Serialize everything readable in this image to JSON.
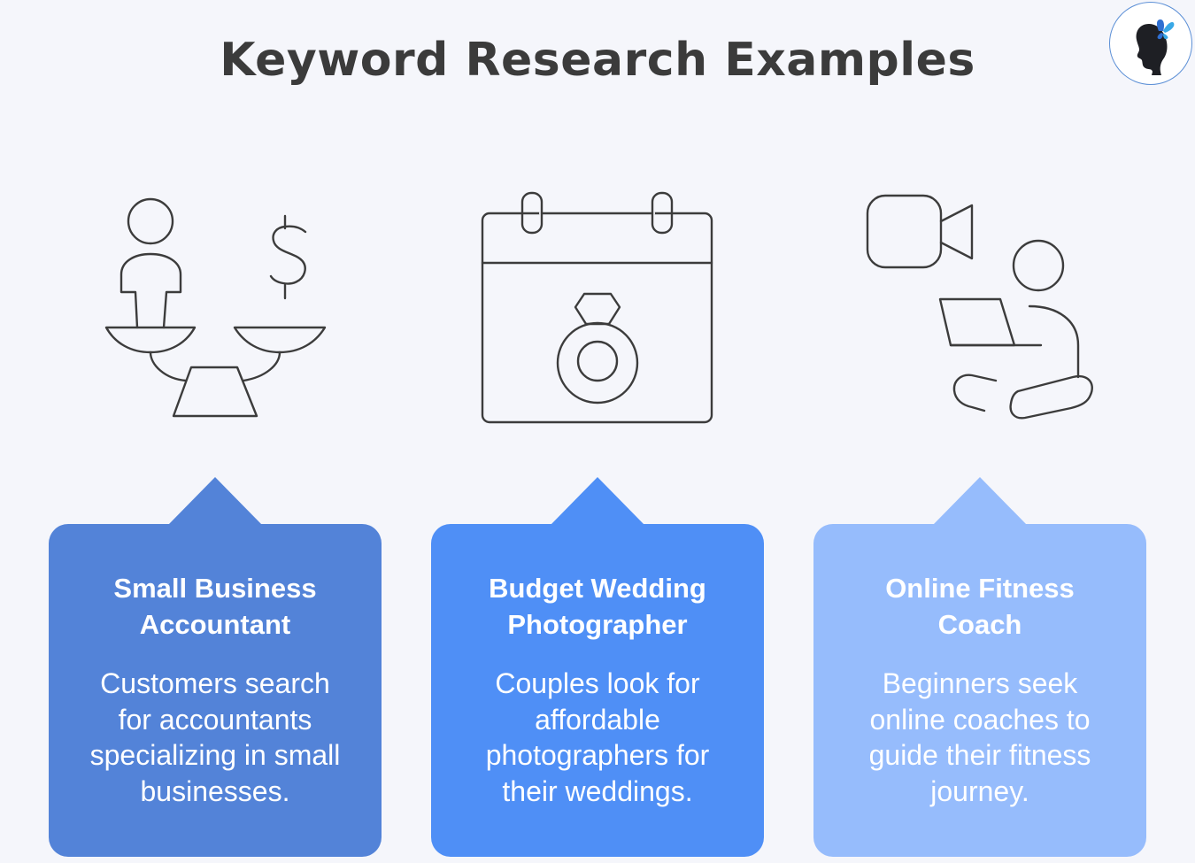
{
  "header": {
    "title": "Keyword Research Examples"
  },
  "logo": {
    "icon": "butterfly-silhouette-logo"
  },
  "colors": {
    "background": "#f5f6fb",
    "title": "#3b3b3b",
    "icon_stroke": "#3c3c3c",
    "card_1": "#5383d8",
    "card_2": "#4f8ff6",
    "card_3": "#96bcfc",
    "card_text": "#ffffff"
  },
  "cards": [
    {
      "icon": "balance-scale-person-dollar-icon",
      "title_line1": "Small Business",
      "title_line2": "Accountant",
      "desc_line1": "Customers search",
      "desc_line2": "for accountants",
      "desc_line3": "specializing in small",
      "desc_line4": "businesses."
    },
    {
      "icon": "calendar-ring-icon",
      "title_line1": "Budget Wedding",
      "title_line2": "Photographer",
      "desc_line1": "Couples look for",
      "desc_line2": "affordable",
      "desc_line3": "photographers for",
      "desc_line4": "their weddings."
    },
    {
      "icon": "video-camera-laptop-person-icon",
      "title_line1": "Online Fitness",
      "title_line2": "Coach",
      "desc_line1": "Beginners seek",
      "desc_line2": "online coaches to",
      "desc_line3": "guide their fitness",
      "desc_line4": "journey."
    }
  ]
}
